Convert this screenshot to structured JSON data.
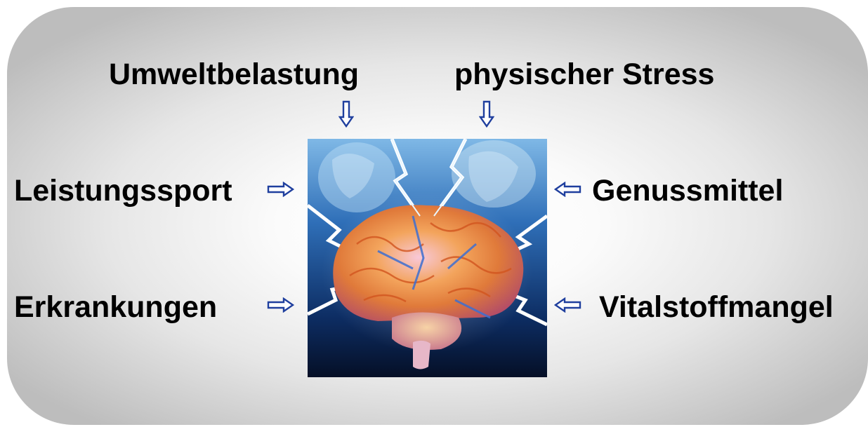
{
  "factors": {
    "top_left": "Umweltbelastung",
    "top_right": "physischer Stress",
    "mid_left": "Leistungssport",
    "mid_right": "Genussmittel",
    "bottom_left": "Erkrankungen",
    "bottom_right": "Vitalstoffmangel"
  },
  "colors": {
    "arrow": "#1f3f9e",
    "panel_edge": "#bdbdbd",
    "panel_center": "#ffffff"
  },
  "icons": {
    "arrow_down": "outlined-arrow-down-icon",
    "arrow_right": "outlined-arrow-right-icon",
    "arrow_left": "outlined-arrow-left-icon",
    "center_image": "stressed-brain-illustration"
  }
}
